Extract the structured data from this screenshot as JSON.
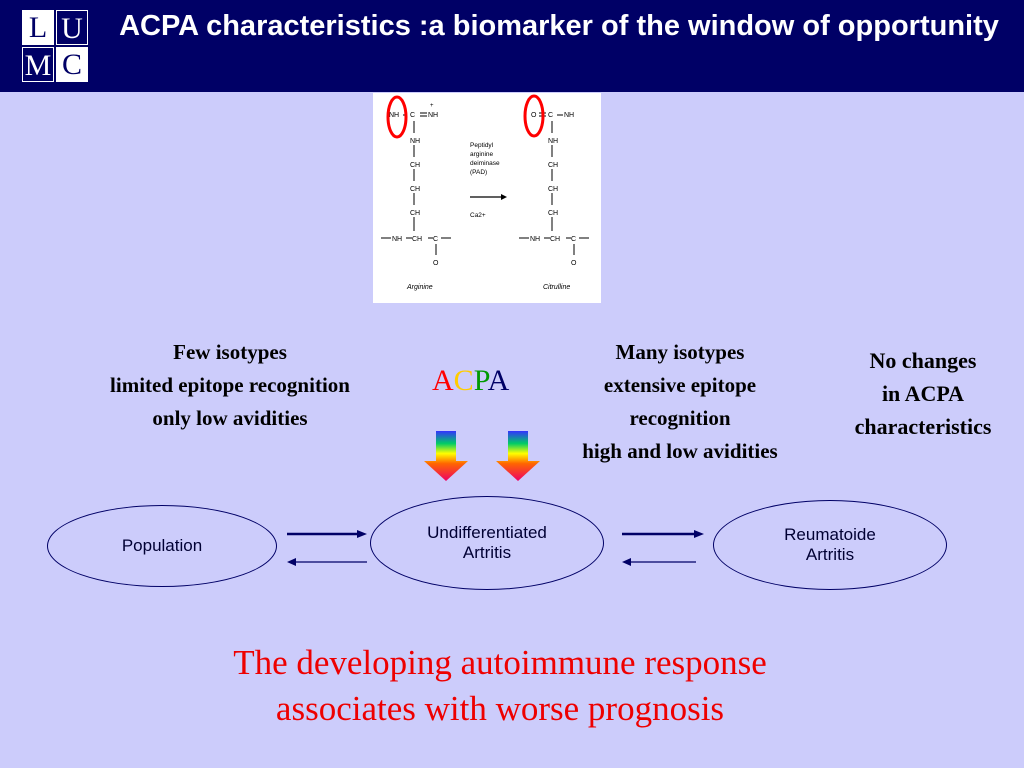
{
  "header": {
    "title": "ACPA characteristics :a biomarker of the window of opportunity",
    "logo_letters": [
      "L",
      "U",
      "M",
      "C"
    ]
  },
  "chem_figure": {
    "left_molecule": "Arginine",
    "right_molecule": "Citrulline",
    "enzyme": [
      "Peptidyl",
      "arginine",
      "deiminase",
      "(PAD)"
    ],
    "cofactor": "Ca2+",
    "highlight_color": "#ff0000"
  },
  "left_text": [
    "Few isotypes",
    "limited epitope recognition",
    "only low avidities"
  ],
  "acpa_letters": [
    {
      "char": "A",
      "color": "#ff0000"
    },
    {
      "char": "C",
      "color": "#ffcc00"
    },
    {
      "char": "P",
      "color": "#009900"
    },
    {
      "char": "A",
      "color": "#000066"
    }
  ],
  "middle_text": [
    "Many isotypes",
    "extensive epitope",
    "recognition",
    "high and low avidities"
  ],
  "right_text": [
    "No changes",
    "in ACPA",
    "characteristics"
  ],
  "flow": {
    "population": "Population",
    "undifferentiated": [
      "Undifferentiated",
      "Artritis"
    ],
    "reumatoide": [
      "Reumatoide",
      "Artritis"
    ]
  },
  "conclusion": [
    "The developing autoimmune response",
    "associates with worse prognosis"
  ],
  "colors": {
    "header_bg": "#000066",
    "slide_bg": "#ccccfb",
    "conclusion_text": "#ee0000"
  }
}
